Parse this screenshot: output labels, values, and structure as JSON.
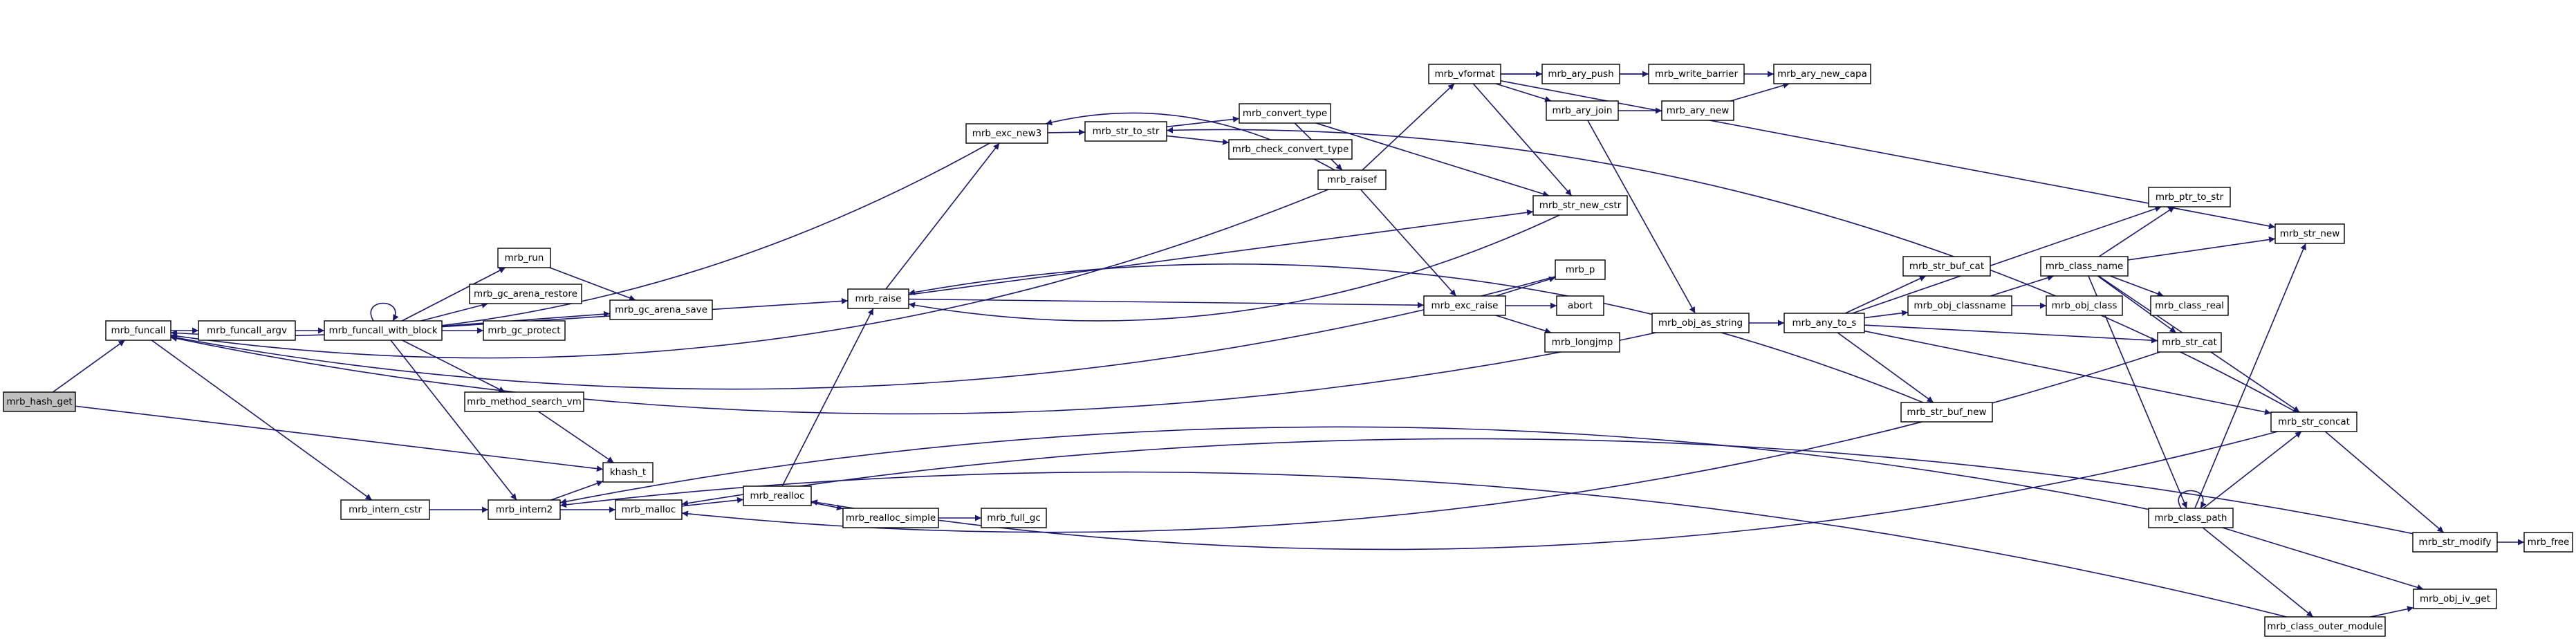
{
  "graph": {
    "colors": {
      "edge": "#191970",
      "node_fill": "#ffffff",
      "node_border": "#000000",
      "root_fill": "#bfbfbf",
      "highlight_border": "#ff0000"
    },
    "root": "mrb_hash_get",
    "highlighted": [
      "mrb_class_path"
    ],
    "nodes": [
      {
        "id": "mrb_hash_get",
        "label": "mrb_hash_get"
      },
      {
        "id": "mrb_funcall",
        "label": "mrb_funcall"
      },
      {
        "id": "mrb_funcall_argv",
        "label": "mrb_funcall_argv"
      },
      {
        "id": "mrb_funcall_with_block",
        "label": "mrb_funcall_with_block"
      },
      {
        "id": "mrb_run",
        "label": "mrb_run"
      },
      {
        "id": "mrb_gc_arena_restore",
        "label": "mrb_gc_arena_restore"
      },
      {
        "id": "mrb_gc_arena_save",
        "label": "mrb_gc_arena_save"
      },
      {
        "id": "mrb_gc_protect",
        "label": "mrb_gc_protect"
      },
      {
        "id": "mrb_method_search_vm",
        "label": "mrb_method_search_vm"
      },
      {
        "id": "khash_t",
        "label": "khash_t"
      },
      {
        "id": "mrb_intern_cstr",
        "label": "mrb_intern_cstr"
      },
      {
        "id": "mrb_intern2",
        "label": "mrb_intern2"
      },
      {
        "id": "mrb_malloc",
        "label": "mrb_malloc"
      },
      {
        "id": "mrb_realloc",
        "label": "mrb_realloc"
      },
      {
        "id": "mrb_realloc_simple",
        "label": "mrb_realloc_simple"
      },
      {
        "id": "mrb_full_gc",
        "label": "mrb_full_gc"
      },
      {
        "id": "mrb_raise",
        "label": "mrb_raise"
      },
      {
        "id": "mrb_exc_new3",
        "label": "mrb_exc_new3"
      },
      {
        "id": "mrb_str_to_str",
        "label": "mrb_str_to_str"
      },
      {
        "id": "mrb_convert_type",
        "label": "mrb_convert_type"
      },
      {
        "id": "mrb_check_convert_type",
        "label": "mrb_check_convert_type"
      },
      {
        "id": "mrb_raisef",
        "label": "mrb_raisef"
      },
      {
        "id": "mrb_vformat",
        "label": "mrb_vformat"
      },
      {
        "id": "mrb_ary_push",
        "label": "mrb_ary_push"
      },
      {
        "id": "mrb_write_barrier",
        "label": "mrb_write_barrier"
      },
      {
        "id": "mrb_ary_new_capa",
        "label": "mrb_ary_new_capa"
      },
      {
        "id": "mrb_ary_join",
        "label": "mrb_ary_join"
      },
      {
        "id": "mrb_ary_new",
        "label": "mrb_ary_new"
      },
      {
        "id": "mrb_str_new_cstr",
        "label": "mrb_str_new_cstr"
      },
      {
        "id": "mrb_p",
        "label": "mrb_p"
      },
      {
        "id": "mrb_exc_raise",
        "label": "mrb_exc_raise"
      },
      {
        "id": "abort",
        "label": "abort"
      },
      {
        "id": "mrb_longjmp",
        "label": "mrb_longjmp"
      },
      {
        "id": "mrb_obj_as_string",
        "label": "mrb_obj_as_string"
      },
      {
        "id": "mrb_any_to_s",
        "label": "mrb_any_to_s"
      },
      {
        "id": "mrb_str_buf_cat",
        "label": "mrb_str_buf_cat"
      },
      {
        "id": "mrb_obj_classname",
        "label": "mrb_obj_classname"
      },
      {
        "id": "mrb_class_name",
        "label": "mrb_class_name"
      },
      {
        "id": "mrb_ptr_to_str",
        "label": "mrb_ptr_to_str"
      },
      {
        "id": "mrb_str_new",
        "label": "mrb_str_new"
      },
      {
        "id": "mrb_obj_class",
        "label": "mrb_obj_class"
      },
      {
        "id": "mrb_class_real",
        "label": "mrb_class_real"
      },
      {
        "id": "mrb_str_cat",
        "label": "mrb_str_cat"
      },
      {
        "id": "mrb_str_buf_new",
        "label": "mrb_str_buf_new"
      },
      {
        "id": "mrb_str_concat",
        "label": "mrb_str_concat"
      },
      {
        "id": "mrb_class_path",
        "label": "mrb_class_path"
      },
      {
        "id": "mrb_str_modify",
        "label": "mrb_str_modify"
      },
      {
        "id": "mrb_free",
        "label": "mrb_free"
      },
      {
        "id": "mrb_obj_iv_get",
        "label": "mrb_obj_iv_get"
      },
      {
        "id": "mrb_class_outer_module",
        "label": "mrb_class_outer_module"
      }
    ],
    "edges": [
      [
        "mrb_hash_get",
        "mrb_funcall"
      ],
      [
        "mrb_hash_get",
        "khash_t"
      ],
      [
        "mrb_funcall",
        "mrb_funcall_argv"
      ],
      [
        "mrb_funcall",
        "mrb_intern_cstr"
      ],
      [
        "mrb_funcall_argv",
        "mrb_funcall_with_block"
      ],
      [
        "mrb_funcall_with_block",
        "mrb_funcall_with_block"
      ],
      [
        "mrb_funcall_with_block",
        "mrb_run"
      ],
      [
        "mrb_funcall_with_block",
        "mrb_gc_arena_restore"
      ],
      [
        "mrb_funcall_with_block",
        "mrb_gc_arena_save"
      ],
      [
        "mrb_funcall_with_block",
        "mrb_gc_protect"
      ],
      [
        "mrb_funcall_with_block",
        "mrb_method_search_vm"
      ],
      [
        "mrb_funcall_with_block",
        "mrb_intern2"
      ],
      [
        "mrb_funcall_with_block",
        "mrb_raise"
      ],
      [
        "mrb_run",
        "mrb_gc_arena_save"
      ],
      [
        "mrb_method_search_vm",
        "khash_t"
      ],
      [
        "mrb_intern_cstr",
        "mrb_intern2"
      ],
      [
        "mrb_intern2",
        "khash_t"
      ],
      [
        "mrb_intern2",
        "mrb_malloc"
      ],
      [
        "mrb_malloc",
        "mrb_realloc"
      ],
      [
        "mrb_realloc",
        "mrb_realloc_simple"
      ],
      [
        "mrb_realloc",
        "mrb_raise"
      ],
      [
        "mrb_realloc_simple",
        "mrb_full_gc"
      ],
      [
        "mrb_raise",
        "mrb_exc_new3"
      ],
      [
        "mrb_raise",
        "mrb_str_new_cstr"
      ],
      [
        "mrb_raise",
        "mrb_exc_raise"
      ],
      [
        "mrb_exc_new3",
        "mrb_funcall"
      ],
      [
        "mrb_exc_new3",
        "mrb_str_to_str"
      ],
      [
        "mrb_str_to_str",
        "mrb_convert_type"
      ],
      [
        "mrb_str_to_str",
        "mrb_check_convert_type"
      ],
      [
        "mrb_convert_type",
        "mrb_raisef"
      ],
      [
        "mrb_convert_type",
        "mrb_str_new_cstr"
      ],
      [
        "mrb_raisef",
        "mrb_funcall"
      ],
      [
        "mrb_raisef",
        "mrb_exc_new3"
      ],
      [
        "mrb_raisef",
        "mrb_vformat"
      ],
      [
        "mrb_raisef",
        "mrb_exc_raise"
      ],
      [
        "mrb_vformat",
        "mrb_ary_push"
      ],
      [
        "mrb_vformat",
        "mrb_ary_new_capa"
      ],
      [
        "mrb_vformat",
        "mrb_ary_join"
      ],
      [
        "mrb_vformat",
        "mrb_str_new_cstr"
      ],
      [
        "mrb_vformat",
        "mrb_str_new"
      ],
      [
        "mrb_ary_push",
        "mrb_write_barrier"
      ],
      [
        "mrb_ary_join",
        "mrb_ary_new"
      ],
      [
        "mrb_ary_join",
        "mrb_obj_as_string"
      ],
      [
        "mrb_ary_new",
        "mrb_ary_new_capa"
      ],
      [
        "mrb_str_new_cstr",
        "mrb_raise"
      ],
      [
        "mrb_p",
        "mrb_funcall"
      ],
      [
        "mrb_exc_raise",
        "mrb_p"
      ],
      [
        "mrb_exc_raise",
        "abort"
      ],
      [
        "mrb_exc_raise",
        "mrb_longjmp"
      ],
      [
        "mrb_obj_as_string",
        "mrb_funcall"
      ],
      [
        "mrb_obj_as_string",
        "mrb_any_to_s"
      ],
      [
        "mrb_any_to_s",
        "mrb_str_buf_cat"
      ],
      [
        "mrb_any_to_s",
        "mrb_obj_classname"
      ],
      [
        "mrb_any_to_s",
        "mrb_ptr_to_str"
      ],
      [
        "mrb_any_to_s",
        "mrb_str_cat"
      ],
      [
        "mrb_any_to_s",
        "mrb_str_buf_new"
      ],
      [
        "mrb_any_to_s",
        "mrb_str_concat"
      ],
      [
        "mrb_obj_classname",
        "mrb_class_name"
      ],
      [
        "mrb_obj_classname",
        "mrb_obj_class"
      ],
      [
        "mrb_class_name",
        "mrb_ptr_to_str"
      ],
      [
        "mrb_class_name",
        "mrb_str_new"
      ],
      [
        "mrb_class_name",
        "mrb_class_real"
      ],
      [
        "mrb_class_name",
        "mrb_str_cat"
      ],
      [
        "mrb_class_name",
        "mrb_class_path"
      ],
      [
        "mrb_class_name",
        "mrb_str_concat"
      ],
      [
        "mrb_str_cat",
        "mrb_malloc"
      ],
      [
        "mrb_str_buf_new",
        "mrb_raise"
      ],
      [
        "mrb_str_concat",
        "mrb_str_to_str"
      ],
      [
        "mrb_str_concat",
        "mrb_realloc"
      ],
      [
        "mrb_str_concat",
        "mrb_str_modify"
      ],
      [
        "mrb_class_path",
        "mrb_class_path"
      ],
      [
        "mrb_class_path",
        "mrb_intern2"
      ],
      [
        "mrb_class_path",
        "mrb_str_new"
      ],
      [
        "mrb_class_path",
        "mrb_str_concat"
      ],
      [
        "mrb_class_path",
        "mrb_obj_iv_get"
      ],
      [
        "mrb_class_path",
        "mrb_class_outer_module"
      ],
      [
        "mrb_str_modify",
        "mrb_malloc"
      ],
      [
        "mrb_str_modify",
        "mrb_free"
      ],
      [
        "mrb_class_outer_module",
        "mrb_intern2"
      ],
      [
        "mrb_class_outer_module",
        "mrb_obj_iv_get"
      ]
    ]
  }
}
